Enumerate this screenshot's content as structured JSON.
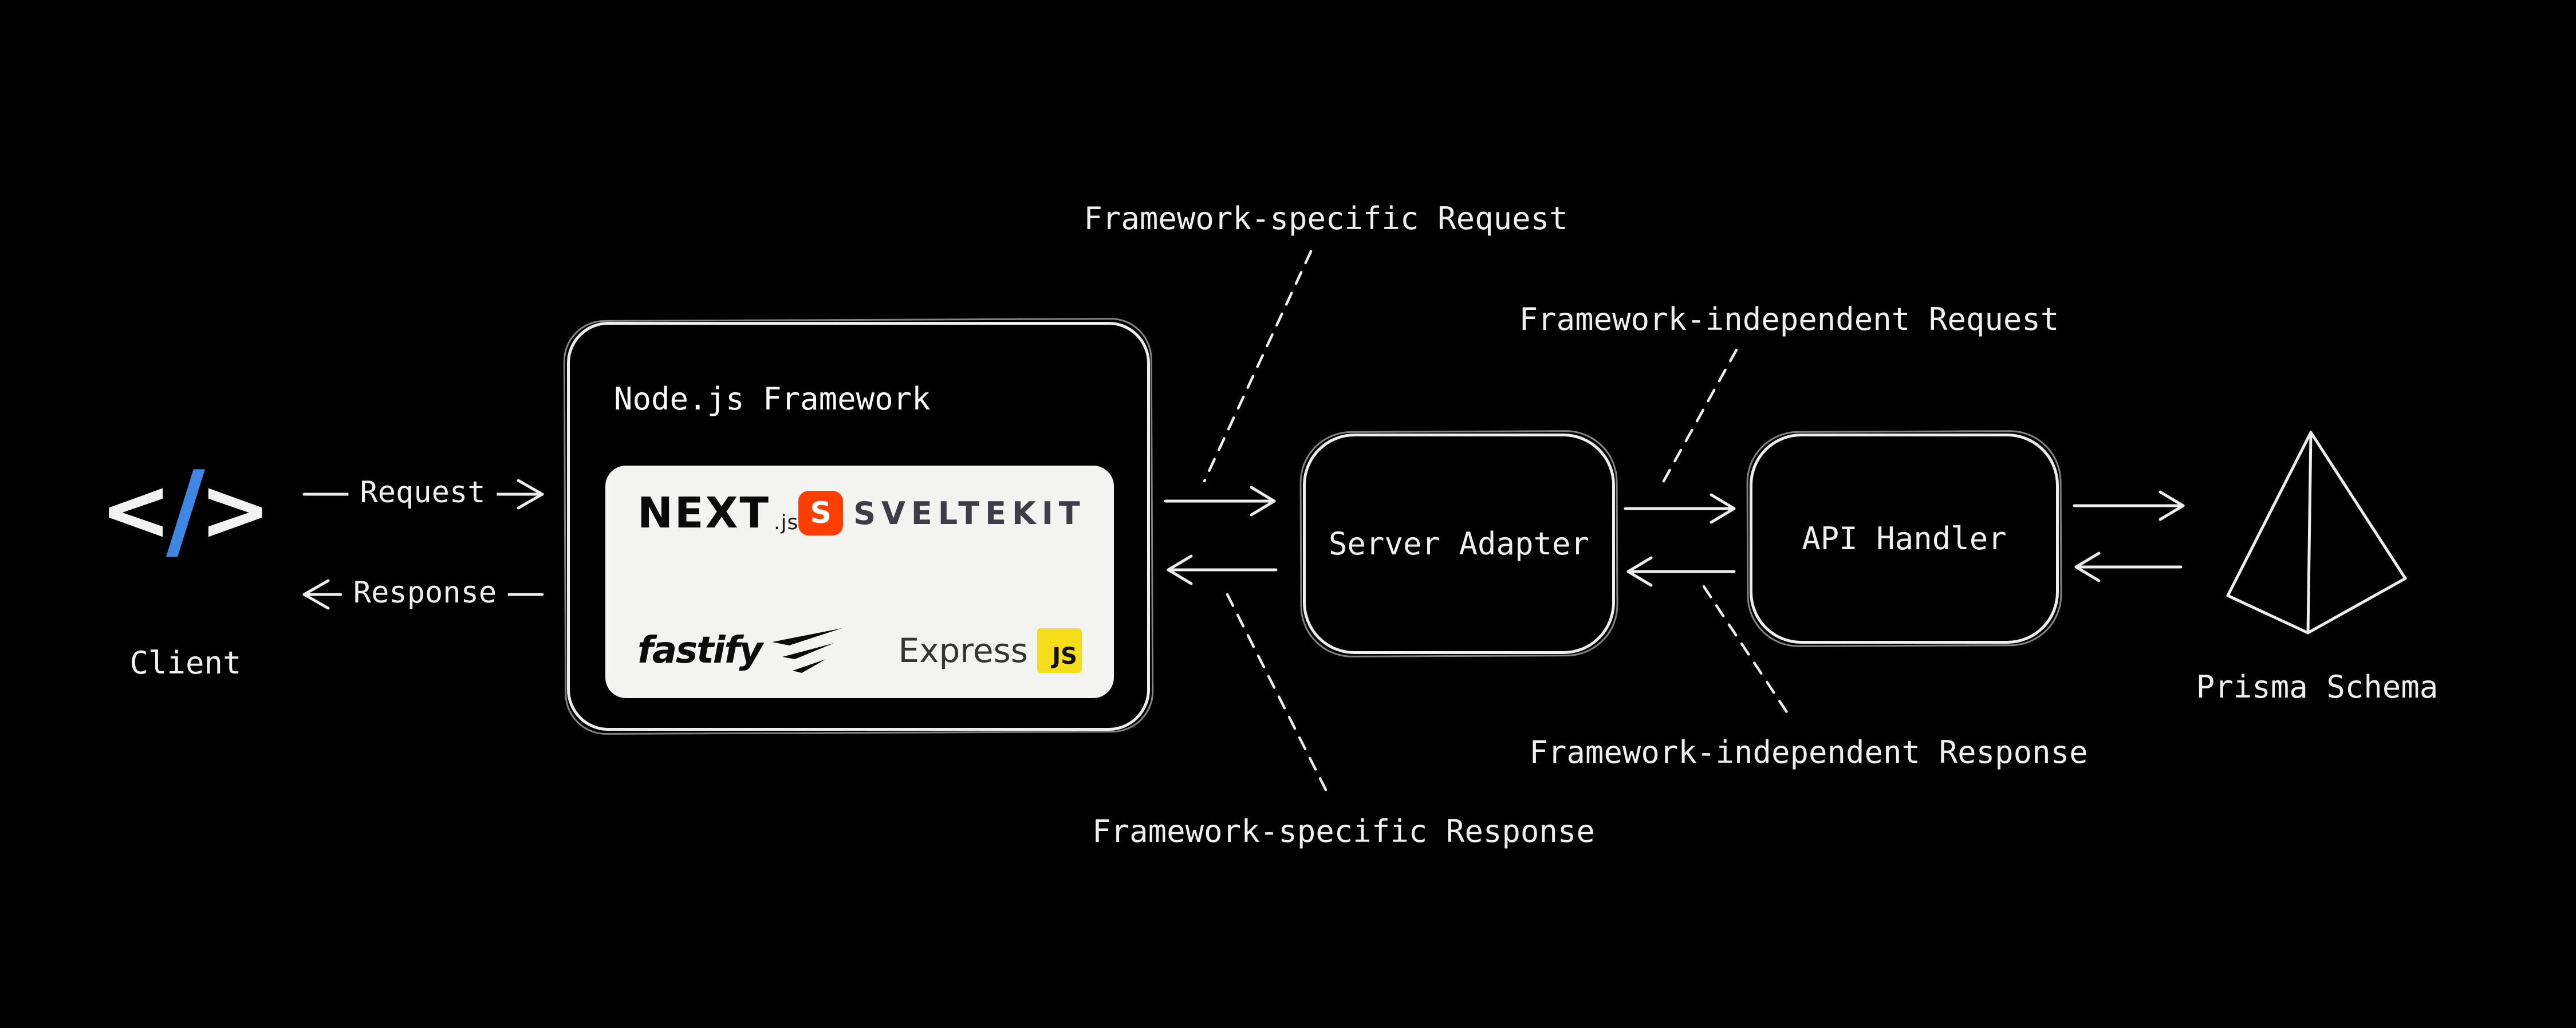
{
  "diagram": {
    "client": {
      "label": "Client",
      "icon_left": "<",
      "icon_slash": "/",
      "icon_right": ">"
    },
    "flow": {
      "request_label": "Request",
      "response_label": "Response"
    },
    "framework": {
      "title": "Node.js Framework",
      "logos": {
        "next": {
          "word": "NEXT",
          "suffix": ".js"
        },
        "sveltekit": {
          "badge": "S",
          "word": "SVELTEKIT"
        },
        "fastify": {
          "word": "fastify"
        },
        "express": {
          "word": "Express",
          "badge": "JS"
        }
      }
    },
    "nodes": {
      "server_adapter": "Server Adapter",
      "api_handler": "API Handler",
      "prisma": "Prisma Schema"
    },
    "annotations": {
      "framework_specific_request": "Framework-specific Request",
      "framework_independent_request": "Framework-independent Request",
      "framework_independent_response": "Framework-independent Response",
      "framework_specific_response": "Framework-specific Response"
    },
    "colors": {
      "background": "#000000",
      "line": "#ededed",
      "client_slash_blue": "#3f87e5",
      "svelte_orange": "#ff3e00",
      "js_yellow": "#f5de19",
      "card_background": "#f3f3f2"
    }
  }
}
